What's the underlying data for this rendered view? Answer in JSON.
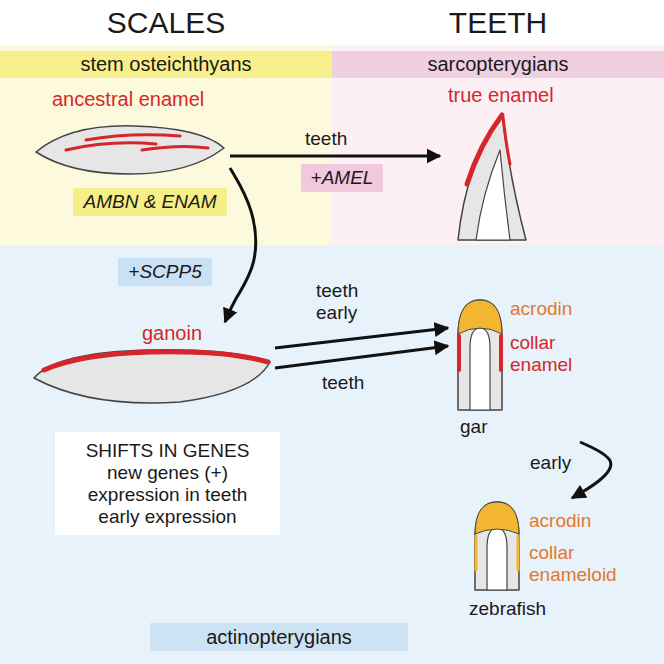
{
  "diagram": {
    "nodes": [
      {
        "text": [
          "stem osteichthyans"
        ]
      },
      {
        "text": [
          "ancestral enamel"
        ],
        "in": 0
      },
      {
        "text": [
          "AMBN & ENAM"
        ],
        "in": 0
      },
      {
        "text": [
          "sarcopterygians"
        ]
      },
      {
        "text": [
          "+AMEL"
        ],
        "in": 3
      },
      {
        "text": [
          "true enamel"
        ],
        "in": 3
      },
      {
        "text": [
          "actinopterygians"
        ]
      },
      {
        "text": [
          "+SCPP5"
        ],
        "in": 6
      },
      {
        "text": [
          "ganoin"
        ],
        "in": 6
      },
      {
        "text": [
          "acrodin",
          "collar enamel",
          "gar"
        ],
        "in": 6
      },
      {
        "text": [
          "SHIFTS IN GENES",
          "new genes (+) expression in teeth early expression"
        ],
        "in": 6
      },
      {
        "text": [
          "acrodin",
          "collar enameloid",
          "zebrafish"
        ],
        "in": 6
      }
    ],
    "edges": [
      {
        "from": 1,
        "to": 5,
        "arrow": "to",
        "label": "teeth"
      },
      {
        "from": 1,
        "to": 8,
        "arrow": "to"
      },
      {
        "from": 8,
        "to": 9,
        "arrow": "to",
        "label": "teeth early"
      },
      {
        "from": 8,
        "to": 9,
        "arrow": "to",
        "label": "teeth"
      },
      {
        "from": 9,
        "to": 11,
        "arrow": "to",
        "label": "early"
      }
    ],
    "labels": [
      "SCALES",
      "TEETH"
    ]
  }
}
